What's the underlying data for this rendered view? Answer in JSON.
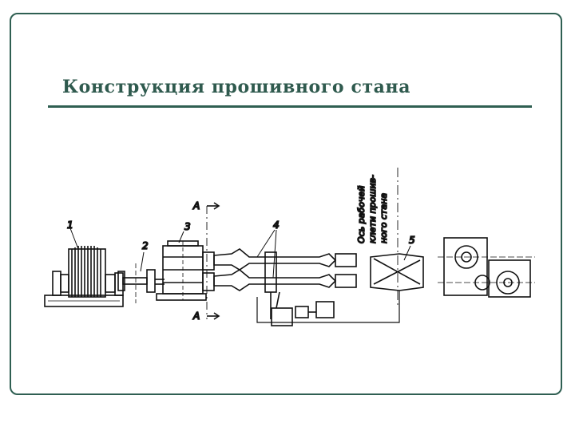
{
  "slide": {
    "title": "Конструкция прошивного стана"
  },
  "diagram": {
    "callouts": [
      "1",
      "2",
      "3",
      "4",
      "5"
    ],
    "section_mark": "А",
    "axis_label_lines": [
      "Ось рабочей",
      "клети прошив-",
      "ного стана"
    ]
  }
}
